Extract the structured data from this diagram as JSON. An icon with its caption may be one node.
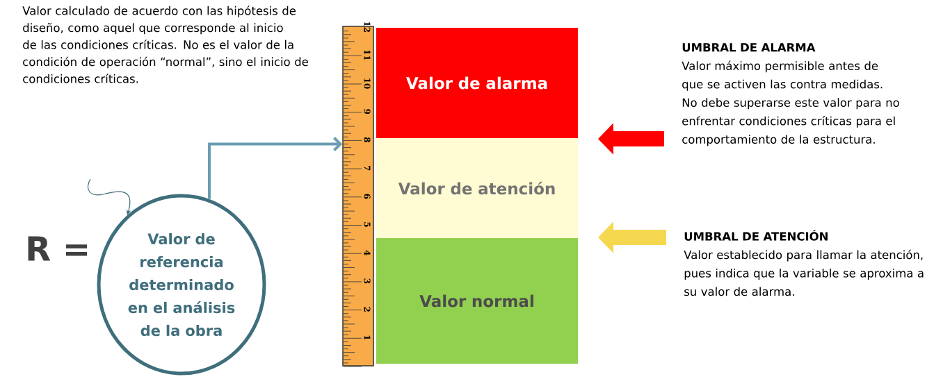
{
  "diagram": {
    "nodes": [
      {
        "text": [
          "Valor calculado de acuerdo con las hipótesis de diseño, como aquel que corresponde al inicio de las condiciones críticas. No es el valor de la condición de operación “normal”, sino el inicio de condiciones críticas."
        ]
      },
      {
        "text": [
          "Valor de referencia determinado en el análisis de la obra"
        ]
      },
      {
        "text": [],
        "shape": "ruler"
      },
      {
        "text": [
          "Valor de alarma"
        ]
      },
      {
        "text": [
          "Valor de atención"
        ]
      },
      {
        "text": [
          "Valor normal"
        ]
      },
      {
        "text": [
          "UMBRAL DE ALARMA",
          "Valor máximo permisible antes de que se activen las contra medidas. No debe superarse este valor para no enfrentar condiciones críticas para el comportamiento de la estructura."
        ]
      },
      {
        "text": [
          "UMBRAL DE ATENCIÓN",
          "Valor establecido para llamar la atención, pues indica que la variable se aproxima a su valor de alarma."
        ]
      }
    ],
    "edges": [
      {
        "from": null,
        "to": 1,
        "arrow": "to",
        "color": "#3d6b78"
      },
      {
        "from": 1,
        "to": 2,
        "arrow": "to",
        "color": "#6a9db0"
      },
      {
        "from": 6,
        "to": null,
        "arrow": "to",
        "style": "thick",
        "color": "#ff0000"
      },
      {
        "from": 7,
        "to": null,
        "arrow": "to",
        "style": "thick",
        "color": "#f5d84f"
      }
    ],
    "labels": [
      "R =",
      "12",
      "11",
      "10",
      "9",
      "8",
      "7",
      "6",
      "5",
      "4",
      "3",
      "2",
      "1"
    ]
  }
}
